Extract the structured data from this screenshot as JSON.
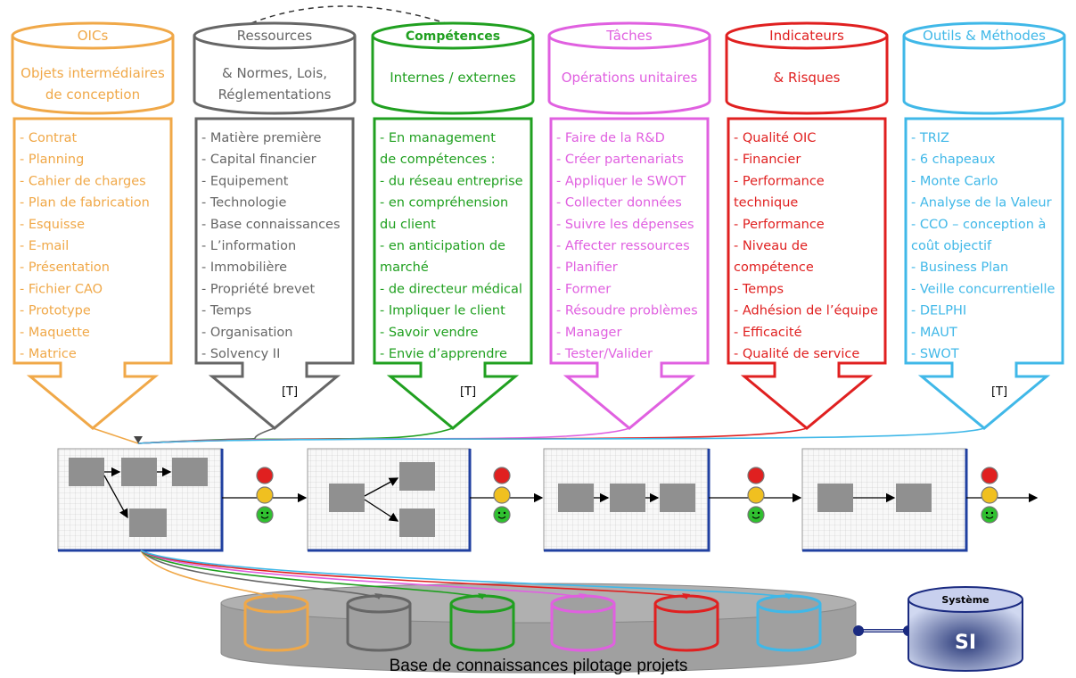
{
  "columns": [
    {
      "title": "OICs",
      "subtitle": [
        "Objets intermédiaires",
        "de conception"
      ],
      "color": "#f0a848",
      "items": [
        "- Contrat",
        "- Planning",
        "- Cahier de charges",
        "- Plan de fabrication",
        "- Esquisse",
        "- E-mail",
        "- Présentation",
        "- Fichier CAO",
        "- Prototype",
        "- Maquette",
        "- Matrice"
      ],
      "tag": ""
    },
    {
      "title": "Ressources",
      "subtitle": [
        "& Normes, Lois,",
        "Réglementations"
      ],
      "color": "#666666",
      "items": [
        "- Matière première",
        "- Capital financier",
        "- Equipement",
        "- Technologie",
        "- Base connaissances",
        "- L’information",
        "- Immobilière",
        "- Propriété brevet",
        "- Temps",
        "- Organisation",
        "- Solvency II"
      ],
      "tag": "[T]"
    },
    {
      "title": "Compétences",
      "subtitle": [
        "Internes / externes"
      ],
      "color": "#20a020",
      "items": [
        "- En management",
        "  de compétences :",
        "- du réseau entreprise",
        "- en compréhension",
        "  du client",
        "- en anticipation de",
        "  marché",
        "- de directeur médical",
        "- Impliquer le client",
        "- Savoir vendre",
        "- Envie d’apprendre"
      ],
      "tag": "[T]"
    },
    {
      "title": "Tâches",
      "subtitle": [
        "Opérations unitaires"
      ],
      "color": "#e060e0",
      "items": [
        "- Faire de la R&D",
        "- Créer partenariats",
        "- Appliquer le SWOT",
        "- Collecter données",
        "- Suivre les dépenses",
        "- Affecter ressources",
        "- Planifier",
        "- Former",
        "- Résoudre problèmes",
        "- Manager",
        "- Tester/Valider"
      ],
      "tag": ""
    },
    {
      "title": "Indicateurs",
      "subtitle": [
        "& Risques"
      ],
      "color": "#e02020",
      "items": [
        "- Qualité OIC",
        "- Financier",
        "- Performance",
        "  technique",
        "- Performance",
        "- Niveau de",
        "  compétence",
        "- Temps",
        "- Adhésion de l’équipe",
        "- Efficacité",
        "- Qualité de service"
      ],
      "tag": ""
    },
    {
      "title": "Outils & Méthodes",
      "subtitle": [],
      "color": "#40b8e8",
      "items": [
        "- TRIZ",
        "- 6 chapeaux",
        "- Monte Carlo",
        "- Analyse de la Valeur",
        "- CCO – conception à",
        "  coût objectif",
        "- Business Plan",
        "- Veille concurrentielle",
        "- DELPHI",
        "- MAUT",
        "- SWOT"
      ],
      "tag": "[T]"
    }
  ],
  "knowledge_base": {
    "label": "Base de connaissances pilotage projets"
  },
  "system": {
    "title": "Système",
    "label": "SI"
  },
  "colors": {
    "process_border": "#2040a0",
    "box_fill": "#909090",
    "db_fill": "#a0a0a0"
  }
}
